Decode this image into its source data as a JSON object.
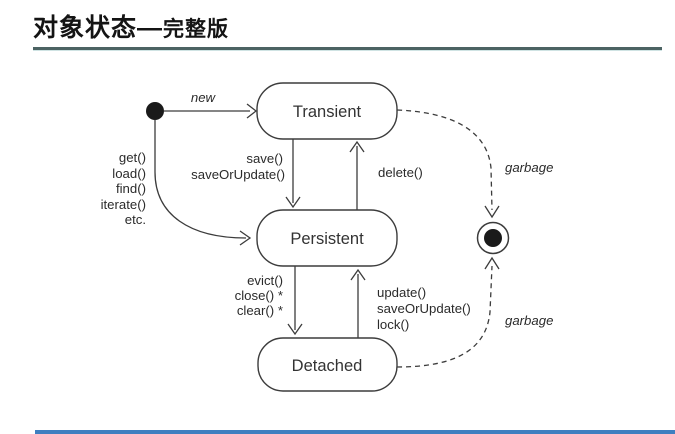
{
  "title": {
    "main": "对象状态—",
    "sub": "完整版"
  },
  "colors": {
    "line": "#3c3c3c",
    "rule": "#4c6363",
    "bar": "#3f7fc0"
  },
  "diagram": {
    "states": {
      "transient": "Transient",
      "persistent": "Persistent",
      "detached": "Detached"
    },
    "transitions": {
      "new": "new",
      "save": [
        "save()",
        "saveOrUpdate()"
      ],
      "delete": "delete()",
      "retrieve": [
        "get()",
        "load()",
        "find()",
        "iterate()",
        "etc."
      ],
      "evict": [
        "evict()",
        "close() *",
        "clear() *"
      ],
      "reattach": [
        "update()",
        "saveOrUpdate()",
        "lock()"
      ],
      "garbage_from_transient": "garbage",
      "garbage_from_detached": "garbage"
    }
  }
}
